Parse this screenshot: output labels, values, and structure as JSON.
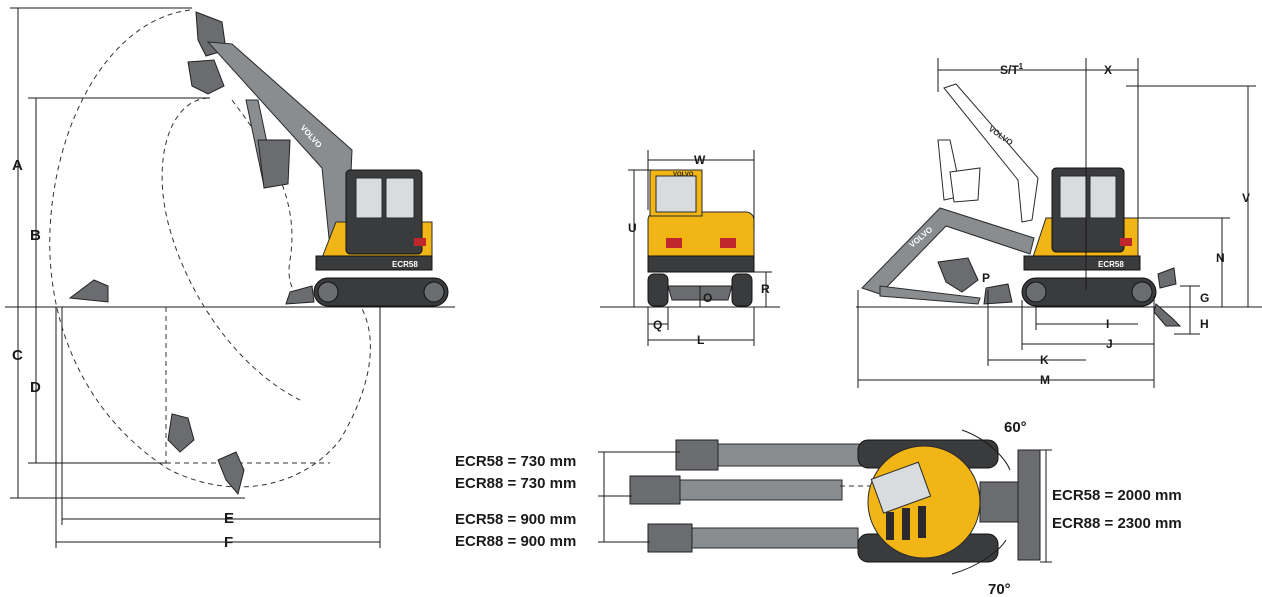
{
  "colors": {
    "machine_yellow": "#f2b516",
    "arm_grey": "#8a8d90",
    "track_dark": "#3a3b3d",
    "line": "#1a1a1a"
  },
  "labels": {
    "A": "A",
    "B": "B",
    "C": "C",
    "D": "D",
    "E": "E",
    "F": "F",
    "W": "W",
    "U": "U",
    "R": "R",
    "O": "O",
    "Q": "Q",
    "L": "L",
    "ST": "S/T",
    "ST_sup": "1",
    "X": "X",
    "V": "V",
    "N": "N",
    "P": "P",
    "G": "G",
    "H": "H",
    "I": "I",
    "J": "J",
    "K": "K",
    "M": "M"
  },
  "machine_text": {
    "brand": "VOLVO",
    "model": "ECR58"
  },
  "angles": {
    "top": "60°",
    "bottom": "70°"
  },
  "specs": {
    "ecr58_arm_std": "ECR58 = 730 mm",
    "ecr88_arm_std": "ECR88 = 730 mm",
    "ecr58_arm_long": "ECR58 = 900 mm",
    "ecr88_arm_long": "ECR88 = 900 mm",
    "ecr58_blade": "ECR58 = 2000 mm",
    "ecr88_blade": "ECR88 = 2300 mm"
  }
}
